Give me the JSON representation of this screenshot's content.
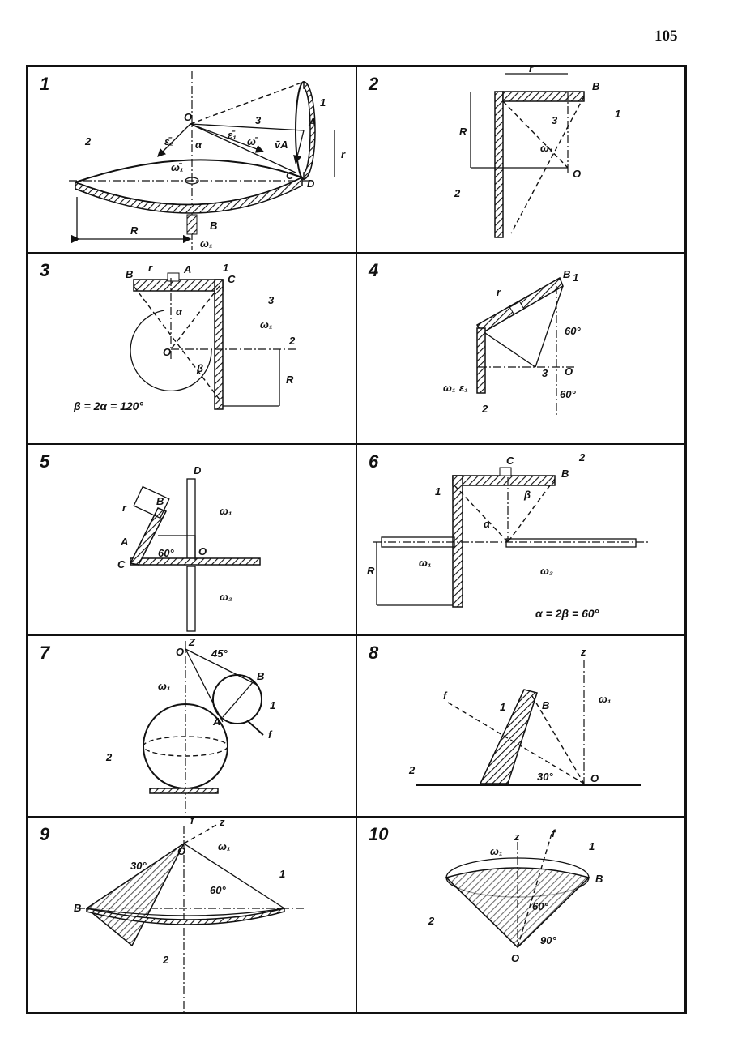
{
  "page_number": "105",
  "cells": [
    {
      "num": "1",
      "labels": {
        "O": "O",
        "A": "A",
        "B": "B",
        "C": "C",
        "D": "D",
        "R": "R",
        "r": "r",
        "n1": "1",
        "n2": "2",
        "n3": "3",
        "alpha": "α",
        "eps2": "ε̄₂",
        "eps1": "ε̄₁",
        "omega": "ω̄",
        "v": "v̄A",
        "omega1": "ω₁",
        "omega1v": "ω̄₁"
      }
    },
    {
      "num": "2",
      "labels": {
        "B": "B",
        "O": "O",
        "R": "R",
        "r": "r",
        "n1": "1",
        "n2": "2",
        "n3": "3",
        "omega1": "ω₁"
      }
    },
    {
      "num": "3",
      "labels": {
        "A": "A",
        "B": "B",
        "C": "C",
        "O": "O",
        "R": "R",
        "r": "r",
        "n1": "1",
        "n2": "2",
        "n3": "3",
        "alpha": "α",
        "beta": "β",
        "omega1": "ω₁"
      },
      "formula": "β = 2α = 120°"
    },
    {
      "num": "4",
      "labels": {
        "B": "B",
        "O": "O",
        "r": "r",
        "n1": "1",
        "n2": "2",
        "n3": "3",
        "a60": "60°",
        "a60b": "60°",
        "omega1": "ω₁",
        "eps1": "ε₁"
      }
    },
    {
      "num": "5",
      "labels": {
        "A": "A",
        "B": "B",
        "C": "C",
        "D": "D",
        "O": "O",
        "r": "r",
        "a60": "60°",
        "omega1": "ω₁",
        "omega2": "ω₂"
      }
    },
    {
      "num": "6",
      "labels": {
        "B": "B",
        "C": "C",
        "R": "R",
        "n1": "1",
        "n2": "2",
        "alpha": "α",
        "beta": "β",
        "omega1": "ω₁",
        "omega2": "ω₂"
      },
      "formula": "α = 2β = 60°"
    },
    {
      "num": "7",
      "labels": {
        "O": "O",
        "Z": "Z",
        "A": "A",
        "B": "B",
        "n1": "1",
        "n2": "2",
        "a45": "45°",
        "f": "f",
        "omega1": "ω₁"
      }
    },
    {
      "num": "8",
      "labels": {
        "z": "z",
        "B": "B",
        "O": "O",
        "f": "f",
        "n1": "1",
        "n2": "2",
        "a30": "30°",
        "omega1": "ω₁"
      }
    },
    {
      "num": "9",
      "labels": {
        "f": "f",
        "z": "z",
        "O": "O",
        "B": "B",
        "n1": "1",
        "n2": "2",
        "a30": "30°",
        "a60": "60°",
        "omega1": "ω₁"
      }
    },
    {
      "num": "10",
      "labels": {
        "z": "z",
        "f": "f",
        "B": "B",
        "O": "O",
        "n1": "1",
        "n2": "2",
        "a60": "60°",
        "a90": "90°",
        "omega1": "ω₁"
      }
    }
  ]
}
